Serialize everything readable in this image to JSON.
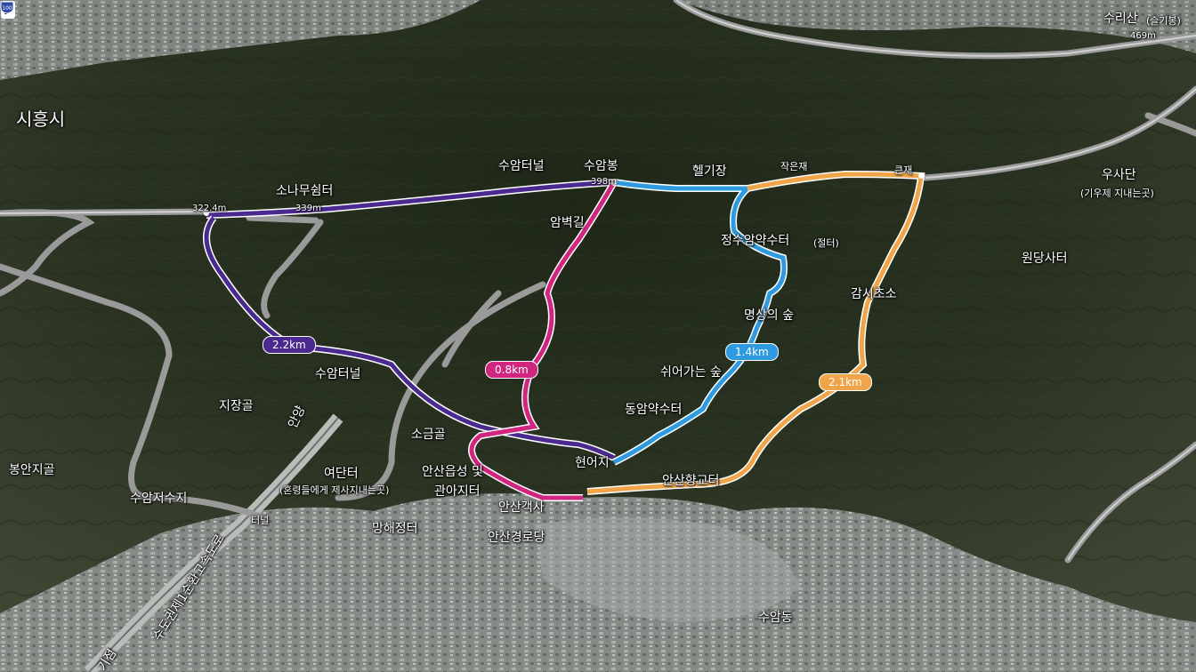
{
  "map": {
    "colors": {
      "purple": "#4a2a8f",
      "magenta": "#d0267f",
      "blue": "#2f9ae0",
      "orange": "#f0a54a",
      "road": "#8d8d8d",
      "forest_dark": "#202817",
      "forest_mid": "#35402a",
      "urban": "#8a8f8c"
    },
    "labels": {
      "sheung_si": "시흥시",
      "suri_san": "수리산",
      "suri_san_sub": "(슬기봉)",
      "suri_san_elev": "469m",
      "suam_bong": "수암봉",
      "suam_bong_elev": "398m",
      "suam_tunnel_top": "수암터널",
      "heli": "헬기장",
      "jakeun_jae": "작은재",
      "keun_jae": "큰재",
      "wusadan": "우사단",
      "wusadan_sub": "(기우제 지내는곳)",
      "sonamu": "소나무쉼터",
      "sonamu_elev": "339m",
      "peak_3224": "322.4m",
      "ambyeokgil": "암벽길",
      "jeongsu": "정수암약수터",
      "jeongsu_sub": "(절터)",
      "wondang": "원당사터",
      "gamsi": "감시초소",
      "myeongsang": "명상의 숲",
      "swieo": "쉬어가는 숲",
      "dongam": "동암약수터",
      "suam_tunnel_mid": "수암터널",
      "jijang": "지장골",
      "sogeum": "소금골",
      "anyang": "안양",
      "yeodan": "여단터",
      "yeodan_sub": "(혼령들에게 제사지내는곳)",
      "bongan": "봉안지골",
      "suamjeosuji": "수암저수지",
      "tunnel_small": "터널",
      "hyeoneoji": "현어지",
      "ansan_eupseong": "안산읍성 및",
      "gwana": "관아지터",
      "ansan_gaeksa": "안산객사",
      "ansan_hyanggyo": "안산향교터",
      "manghae": "망해정터",
      "ansan_gyeongro": "안산경로당",
      "suam_dong": "수암동",
      "expressway": "수도권제1순환고속도로",
      "corner": "기점",
      "route_num": "100"
    },
    "distances": {
      "purple": "2.2km",
      "magenta": "0.8km",
      "blue": "1.4km",
      "orange": "2.1km"
    }
  }
}
